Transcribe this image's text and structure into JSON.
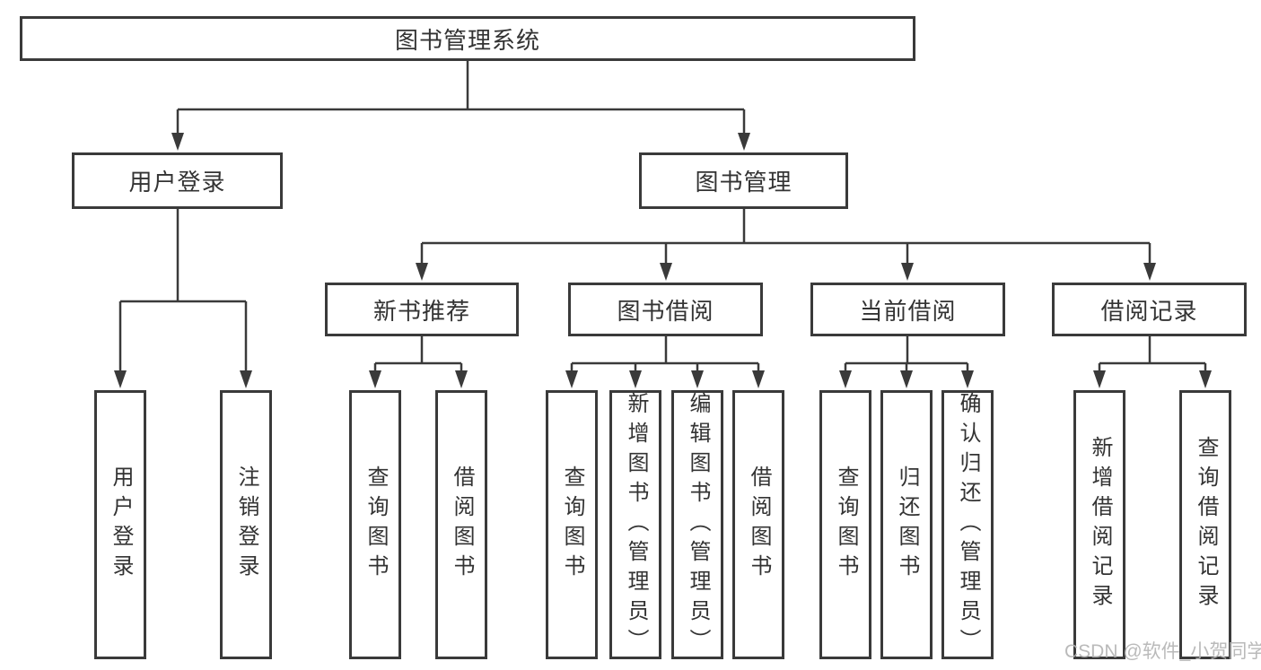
{
  "diagram": {
    "root": {
      "label": "图书管理系统"
    },
    "branches": [
      {
        "label": "用户登录",
        "children": [
          {
            "label": "用户登录"
          },
          {
            "label": "注销登录"
          }
        ]
      },
      {
        "label": "图书管理",
        "sections": [
          {
            "label": "新书推荐",
            "children": [
              {
                "label": "查询图书"
              },
              {
                "label": "借阅图书"
              }
            ]
          },
          {
            "label": "图书借阅",
            "children": [
              {
                "label": "查询图书"
              },
              {
                "label": "新增图书（管理员）"
              },
              {
                "label": "编辑图书（管理员）"
              },
              {
                "label": "借阅图书"
              }
            ]
          },
          {
            "label": "当前借阅",
            "children": [
              {
                "label": "查询图书"
              },
              {
                "label": "归还图书"
              },
              {
                "label": "确认归还（管理员）"
              }
            ]
          },
          {
            "label": "借阅记录",
            "children": [
              {
                "label": "新增借阅记录"
              },
              {
                "label": "查询借阅记录"
              }
            ]
          }
        ]
      }
    ]
  },
  "watermark": "CSDN @软件_小贺同学",
  "colors": {
    "line": "#3a3a3a",
    "text": "#333333",
    "watermark": "#b3b3b3",
    "background": "#ffffff"
  }
}
